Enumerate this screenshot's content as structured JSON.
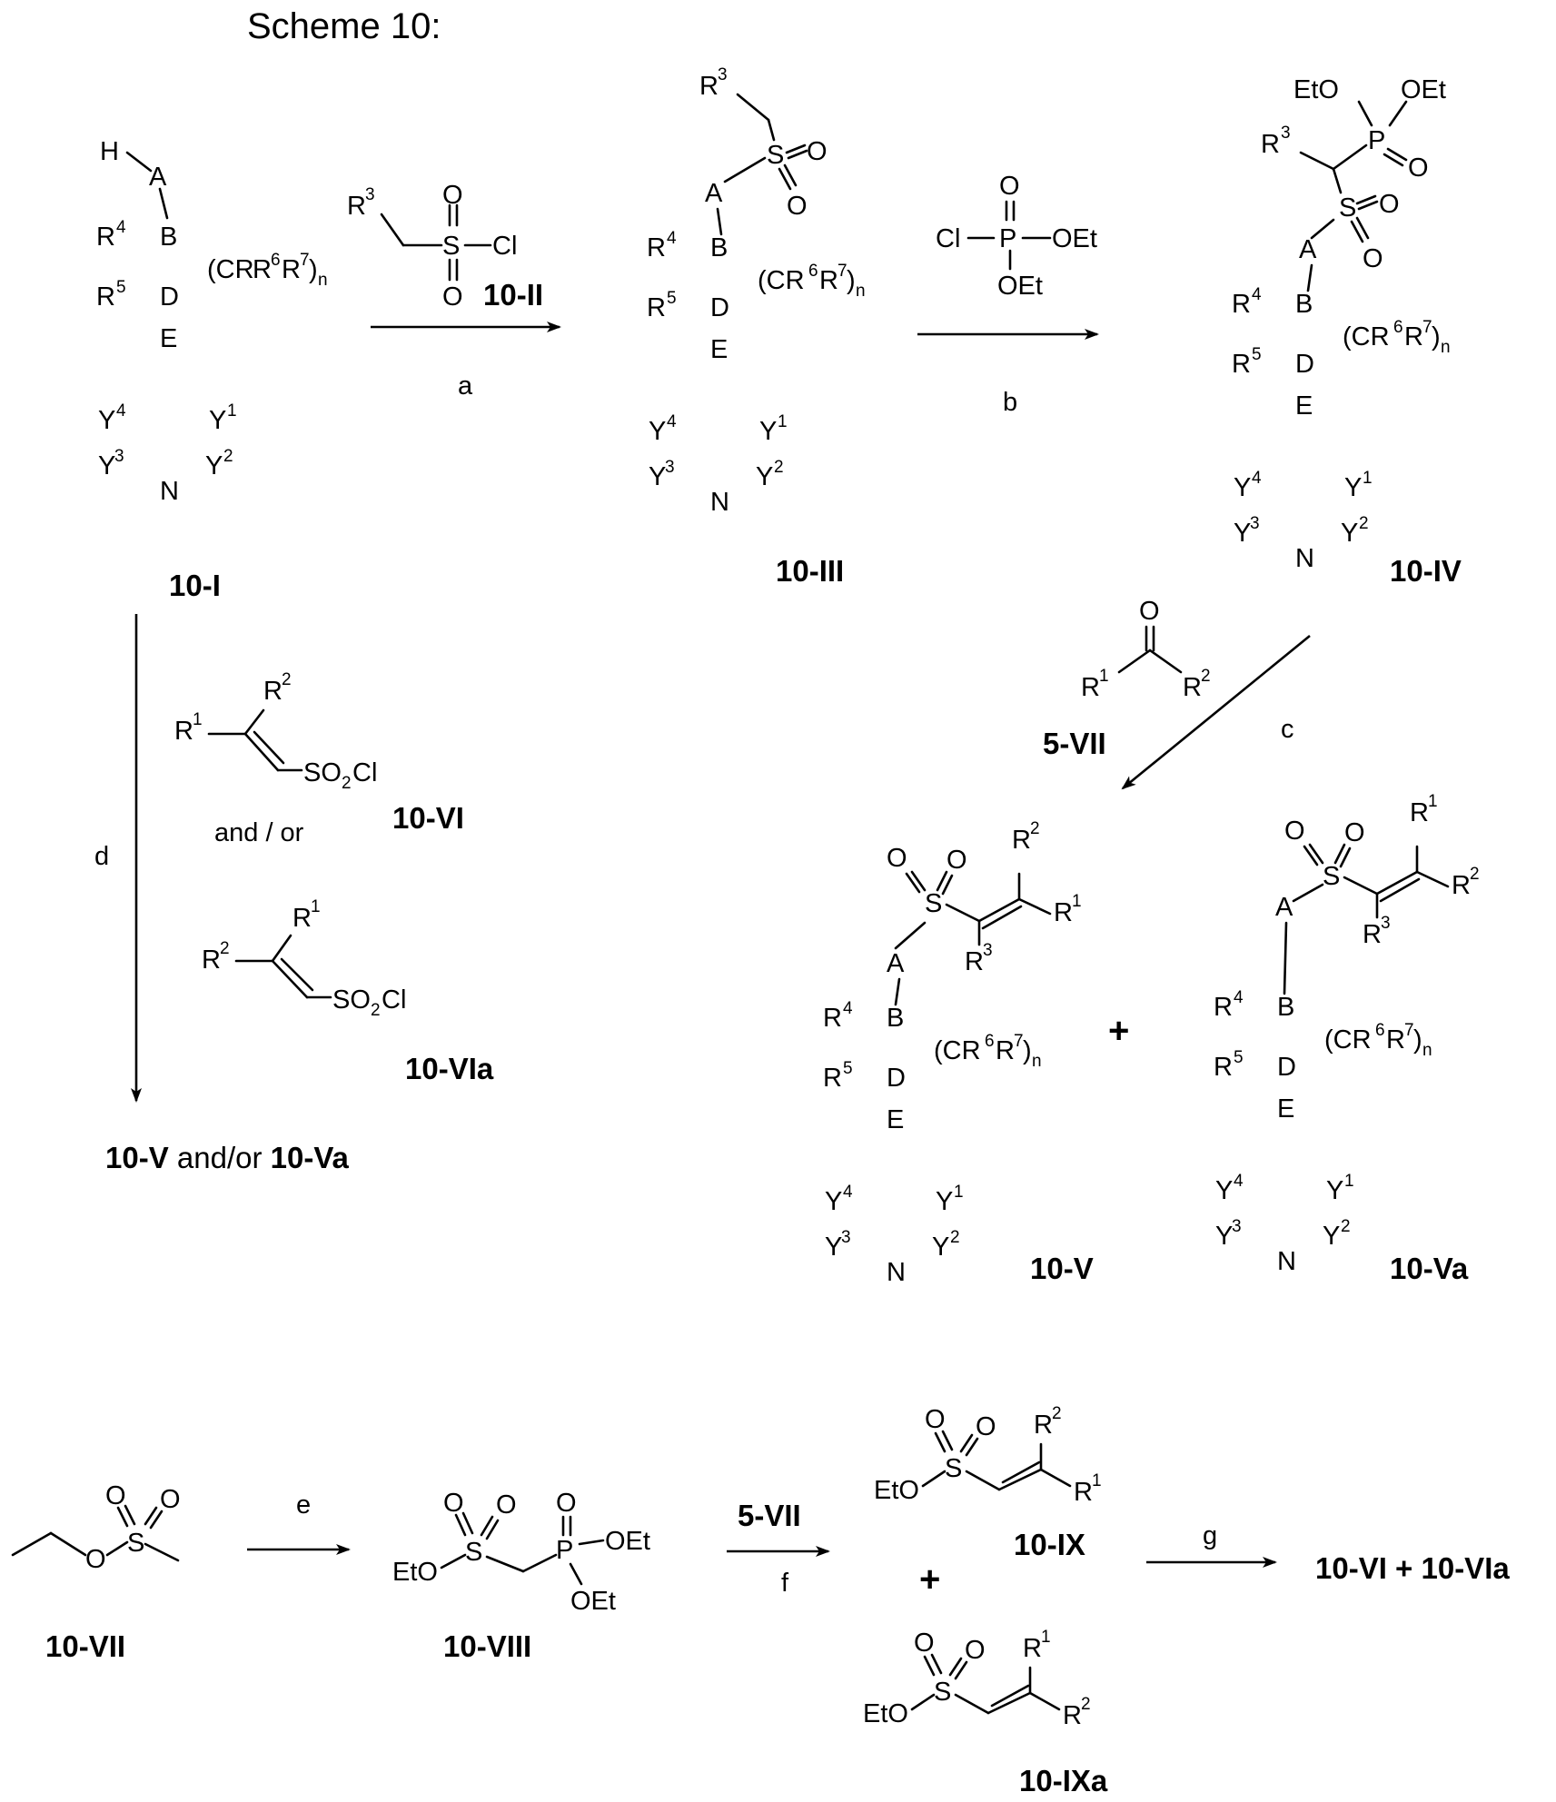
{
  "scheme": {
    "title": "Scheme 10:",
    "compounds": {
      "c10_I": "10-I",
      "c10_II": "10-II",
      "c10_III": "10-III",
      "c10_IV": "10-IV",
      "c5_VII": "5-VII",
      "c10_V": "10-V",
      "c10_Va": "10-Va",
      "c10_VI": "10-VI",
      "c10_VIa": "10-VIa",
      "c10_VII": "10-VII",
      "c10_VIII": "10-VIII",
      "c10_IX": "10-IX",
      "c10_IXa": "10-IXa",
      "product_d": [
        "10-V",
        " and/or ",
        "10-Va"
      ],
      "product_g": "10-VI + 10-VIa"
    },
    "conditions": {
      "a": "a",
      "b": "b",
      "c": "c",
      "d": "d",
      "e": "e",
      "f": "f",
      "g": "g",
      "f_reagent": "5-VII",
      "and_or": "and / or",
      "plus": "+"
    },
    "atoms": {
      "H": "H",
      "A": "A",
      "B": "B",
      "D": "D",
      "E": "E",
      "N": "N",
      "Y": "Y",
      "R": "R",
      "S": "S",
      "O": "O",
      "P": "P",
      "Cl": "Cl",
      "OEt": "OEt",
      "EtO": "EtO",
      "CR": "(CR",
      "close": ")",
      "n": "n",
      "SO2Cl_pre": "SO",
      "SO2Cl_sub": "2",
      "SO2Cl_post": "Cl",
      "sup1": "1",
      "sup2": "2",
      "sup3": "3",
      "sup4": "4",
      "sup5": "5",
      "sup6": "6",
      "sup7": "7"
    }
  }
}
